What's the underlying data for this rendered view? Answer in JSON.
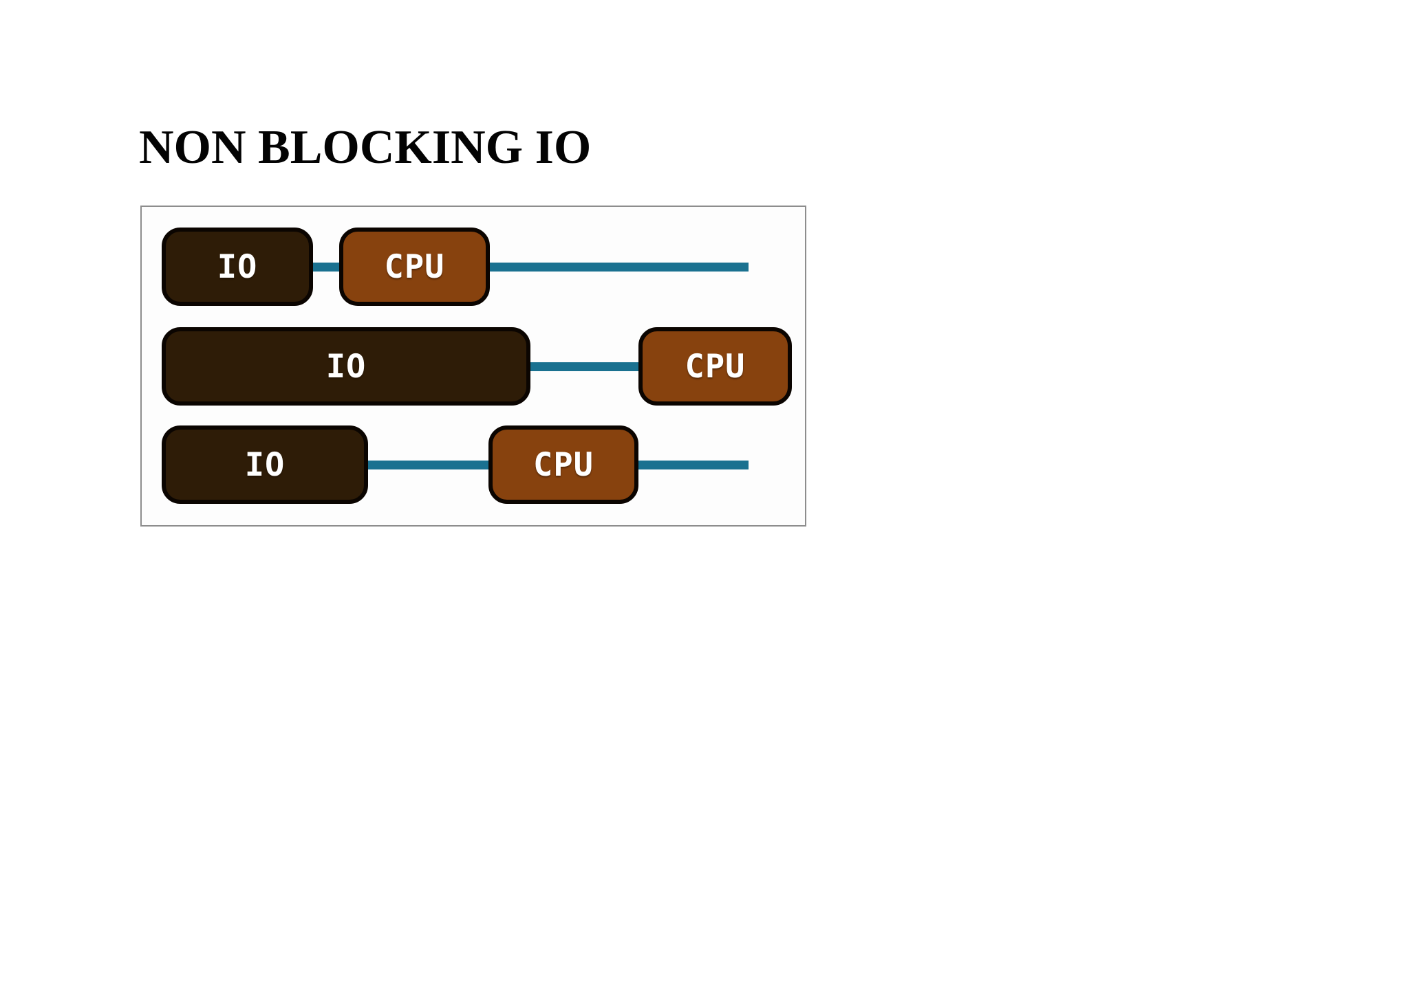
{
  "page_title": "NON BLOCKING IO",
  "diagram": {
    "rows": [
      {
        "io_label": "IO",
        "cpu_label": "CPU"
      },
      {
        "io_label": "IO",
        "cpu_label": "CPU"
      },
      {
        "io_label": "IO",
        "cpu_label": "CPU"
      }
    ]
  },
  "colors": {
    "title_color": "#030303",
    "io_box_fill": "#2e1c07",
    "cpu_box_fill": "#87420e",
    "timeline_color": "#1a7190",
    "box_border": "#0b0501",
    "panel_border": "#8d8d8d",
    "panel_background": "#fdfdfd"
  }
}
